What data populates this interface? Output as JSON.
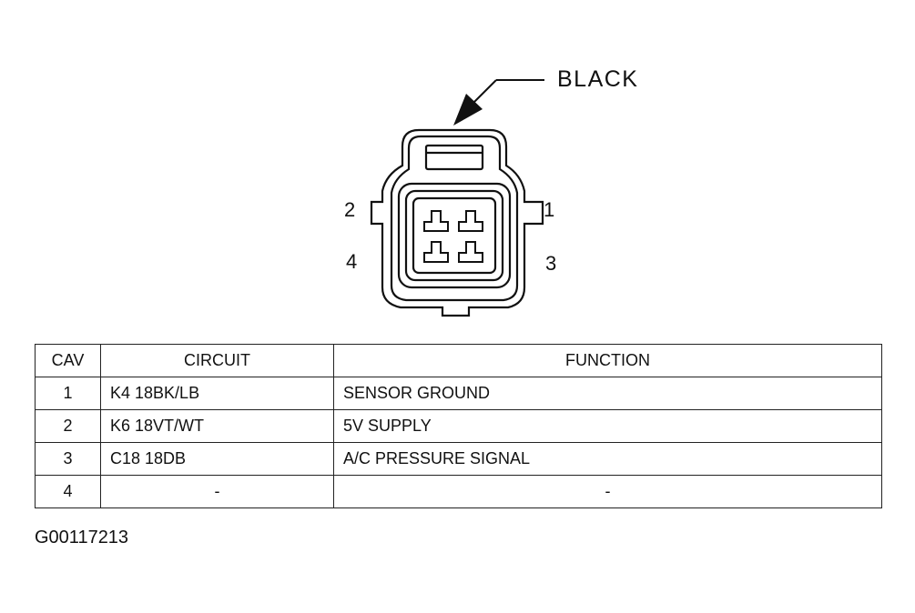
{
  "connector": {
    "color_label": "BLACK",
    "pin_labels": {
      "pin1": "1",
      "pin2": "2",
      "pin3": "3",
      "pin4": "4"
    }
  },
  "table": {
    "headers": {
      "cav": "CAV",
      "circuit": "CIRCUIT",
      "function": "FUNCTION"
    },
    "rows": [
      {
        "cav": "1",
        "circuit": "K4 18BK/LB",
        "function": "SENSOR GROUND"
      },
      {
        "cav": "2",
        "circuit": "K6 18VT/WT",
        "function": "5V SUPPLY"
      },
      {
        "cav": "3",
        "circuit": "C18 18DB",
        "function": "A/C PRESSURE SIGNAL"
      },
      {
        "cav": "4",
        "circuit": "-",
        "function": "-"
      }
    ]
  },
  "figure_id": "G00117213"
}
